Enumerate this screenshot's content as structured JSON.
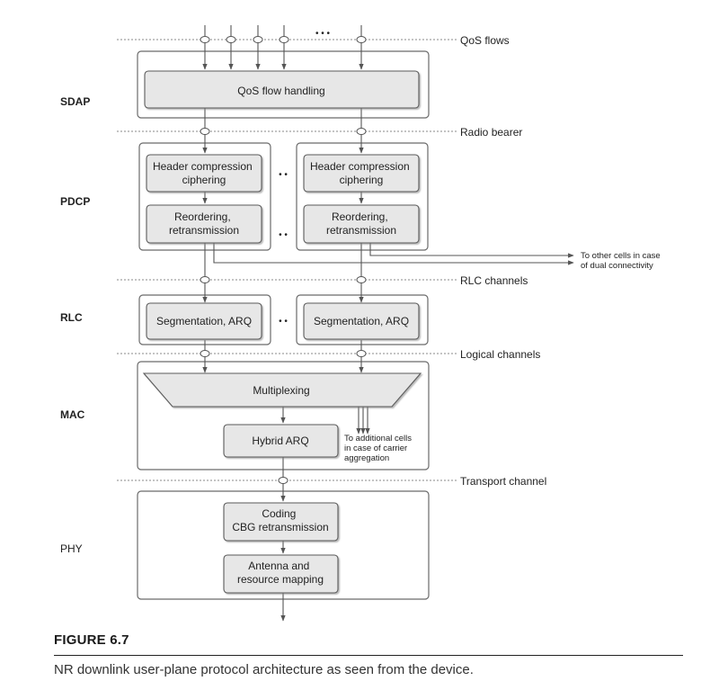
{
  "layers": {
    "sdap": "SDAP",
    "pdcp": "PDCP",
    "rlc": "RLC",
    "mac": "MAC",
    "phy": "PHY"
  },
  "channels": {
    "qos_flows": "QoS flows",
    "radio_bearer": "Radio bearer",
    "rlc_channels": "RLC channels",
    "logical_channels": "Logical channels",
    "transport_channel": "Transport channel"
  },
  "boxes": {
    "qos_flow_handling": "QoS flow handling",
    "header_compression": [
      "Header compression",
      "ciphering"
    ],
    "reordering": [
      "Reordering,",
      "retransmission"
    ],
    "segmentation": "Segmentation, ARQ",
    "multiplexing": "Multiplexing",
    "hybrid_arq": "Hybrid ARQ",
    "coding": [
      "Coding",
      "CBG retransmission"
    ],
    "antenna": [
      "Antenna and",
      "resource mapping"
    ]
  },
  "notes": {
    "dual_connectivity": [
      "To other cells in case",
      "of dual connectivity"
    ],
    "carrier_aggregation": [
      "To additional cells",
      "in case of carrier",
      "aggregation"
    ]
  },
  "ellipsis": "• • •",
  "pair_dots": "• •",
  "figure": {
    "number": "FIGURE 6.7",
    "caption": "NR downlink user-plane protocol architecture as seen from the device."
  },
  "colors": {
    "box_fill": "#e7e7e7",
    "box_stroke": "#5a5a5a",
    "group_stroke": "#6a6a6a",
    "line": "#555555",
    "text": "#222222"
  }
}
